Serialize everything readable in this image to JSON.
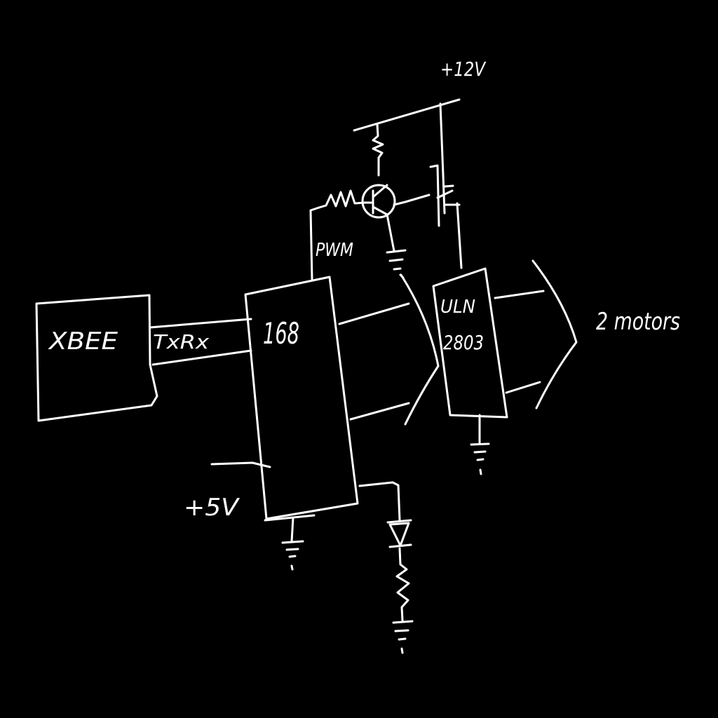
{
  "colors": {
    "background": "#000000",
    "ink": "#ffffff"
  },
  "labels": {
    "xbee": "XBEE",
    "txrx": "TxRx",
    "mcu": "168",
    "pwm": "PWM",
    "supply_12v": "+12V",
    "supply_5v": "+5V",
    "driver_line1": "ULN",
    "driver_line2": "2803",
    "motors": "2 motors"
  }
}
